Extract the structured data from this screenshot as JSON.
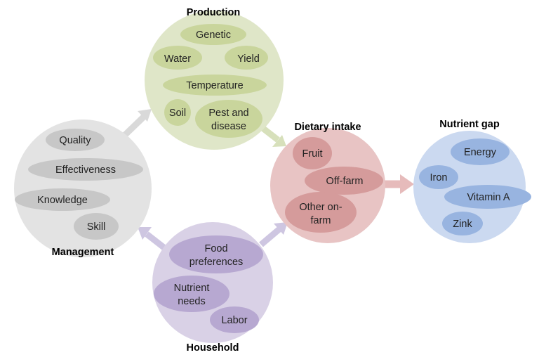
{
  "colors": {
    "production_fill": "#dfe6c8",
    "production_inner": "#c9d59c",
    "management_fill": "#e3e3e3",
    "management_inner": "#c7c7c7",
    "household_fill": "#d9d1e6",
    "household_inner": "#b7a8d1",
    "dietary_fill": "#e8c4c4",
    "dietary_inner": "#d59b9b",
    "nutrient_fill": "#cbd9f0",
    "nutrient_inner": "#98b4e0",
    "arrow_green": "#d7e0bb",
    "arrow_grey": "#d9d9d9",
    "arrow_purple": "#cec6e1",
    "arrow_pink": "#e6bbbb"
  },
  "production": {
    "title": "Production",
    "items": [
      "Genetic",
      "Water",
      "Yield",
      "Temperature",
      "Soil",
      "Pest and",
      "disease"
    ]
  },
  "management": {
    "title": "Management",
    "items": [
      "Quality",
      "Effectiveness",
      "Knowledge",
      "Skill"
    ]
  },
  "household": {
    "title": "Household",
    "items": [
      "Food",
      "preferences",
      "Nutrient",
      "needs",
      "Labor"
    ]
  },
  "dietary": {
    "title": "Dietary intake",
    "items": [
      "Fruit",
      "Off-farm",
      "Other on-",
      "farm"
    ]
  },
  "nutrient": {
    "title": "Nutrient gap",
    "items": [
      "Energy",
      "Iron",
      "Vitamin A",
      "Zink"
    ]
  }
}
